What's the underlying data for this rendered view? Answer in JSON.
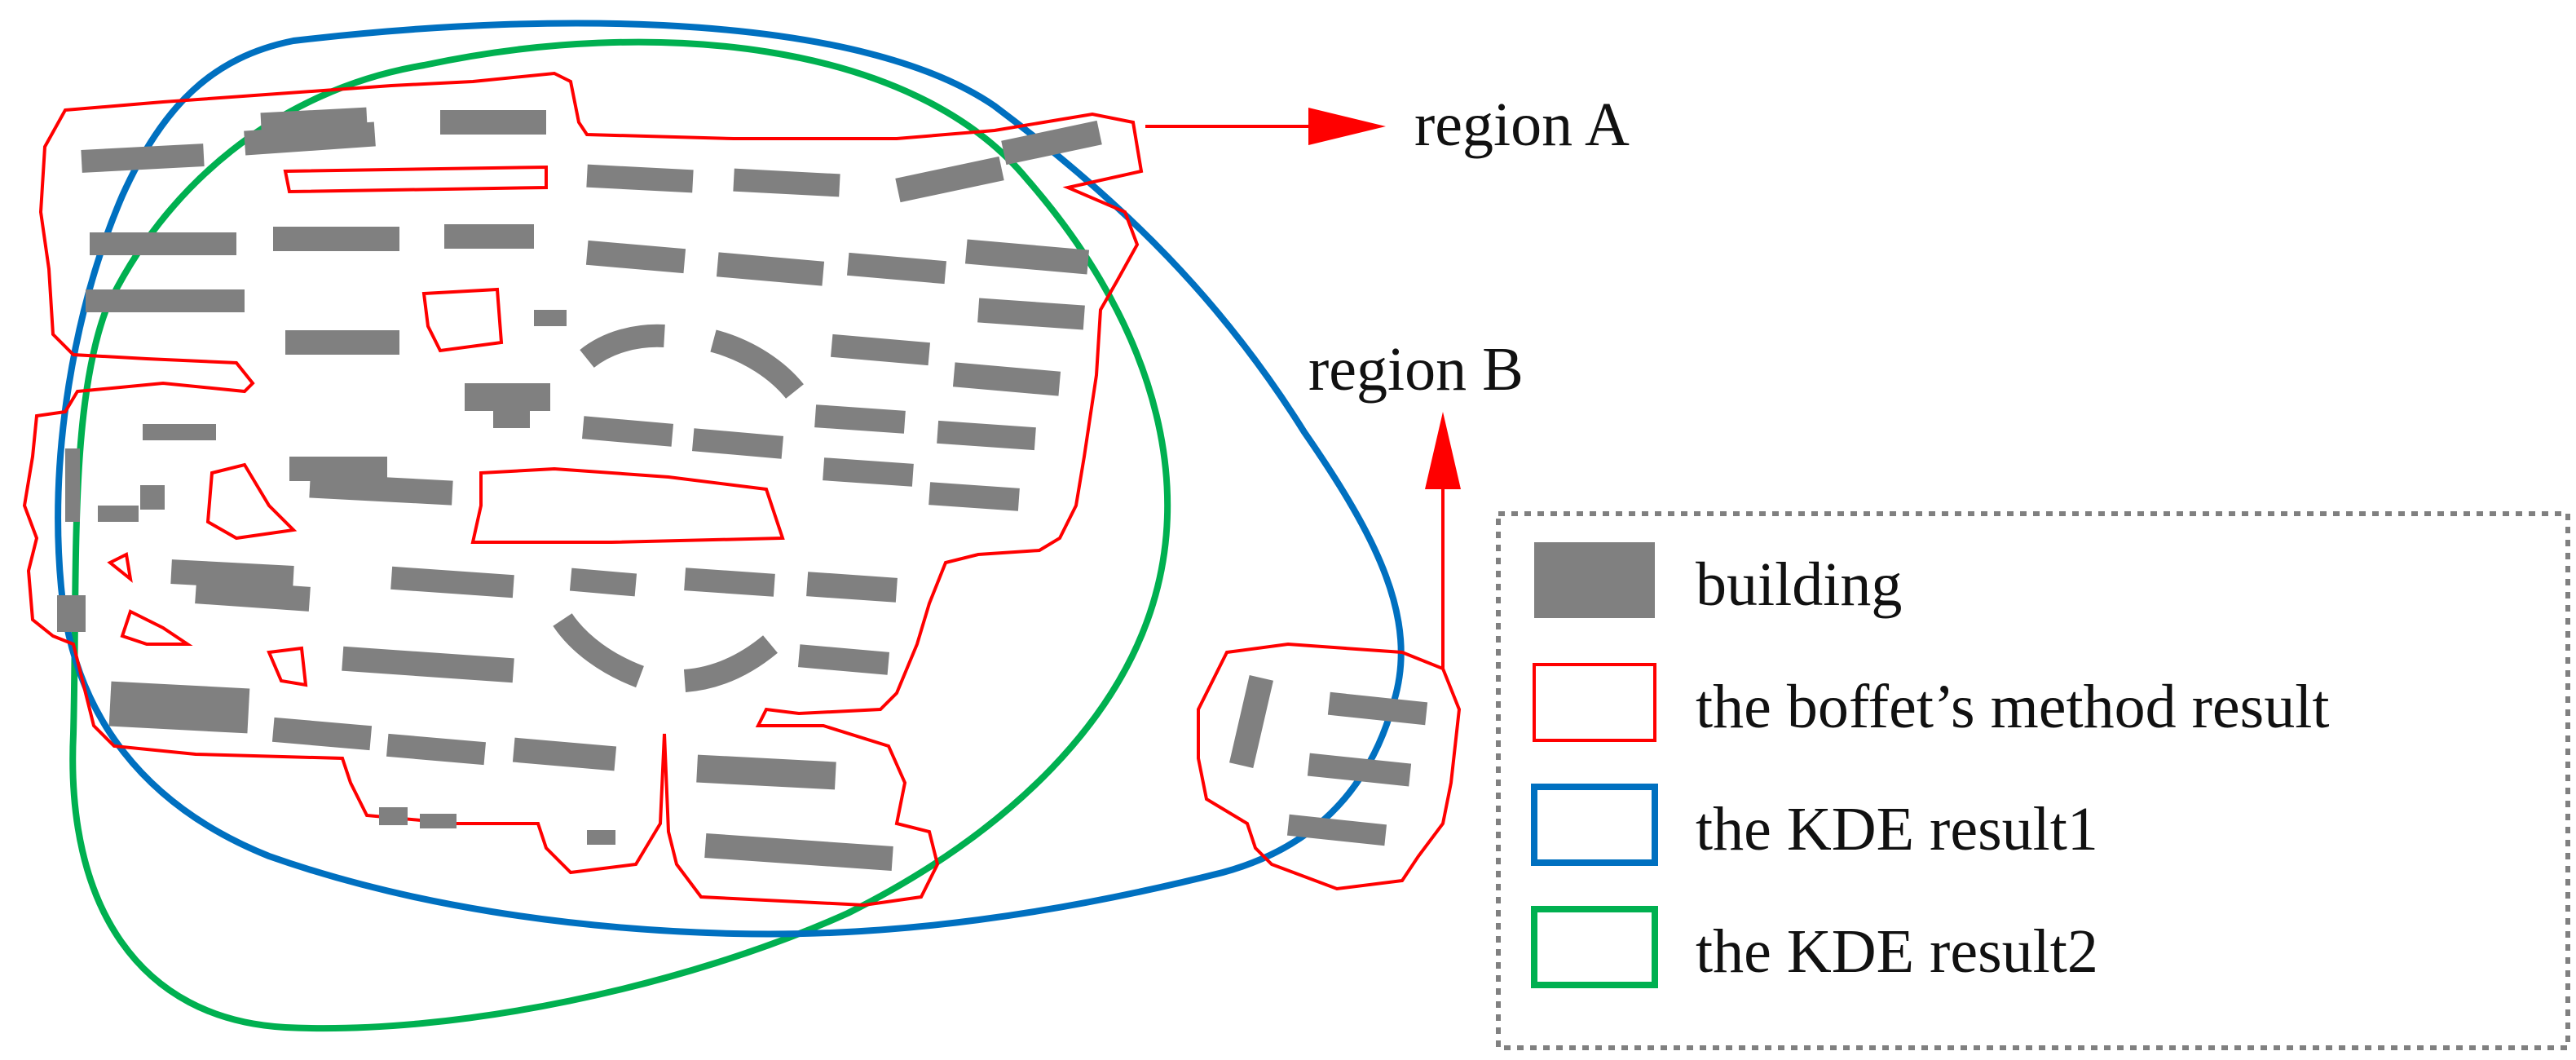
{
  "labels": {
    "region_a": "region A",
    "region_b": "region B"
  },
  "legend": {
    "items": [
      {
        "key": "building",
        "label": "building"
      },
      {
        "key": "boffet",
        "label": "the boffet’s method result"
      },
      {
        "key": "kde1",
        "label": "the KDE result1"
      },
      {
        "key": "kde2",
        "label": "the KDE result2"
      }
    ]
  },
  "colors": {
    "building": "#808080",
    "boffet": "#ff0000",
    "kde1": "#0070c0",
    "kde2": "#00b050",
    "arrow": "#ff0000",
    "legend_border": "#808080"
  }
}
